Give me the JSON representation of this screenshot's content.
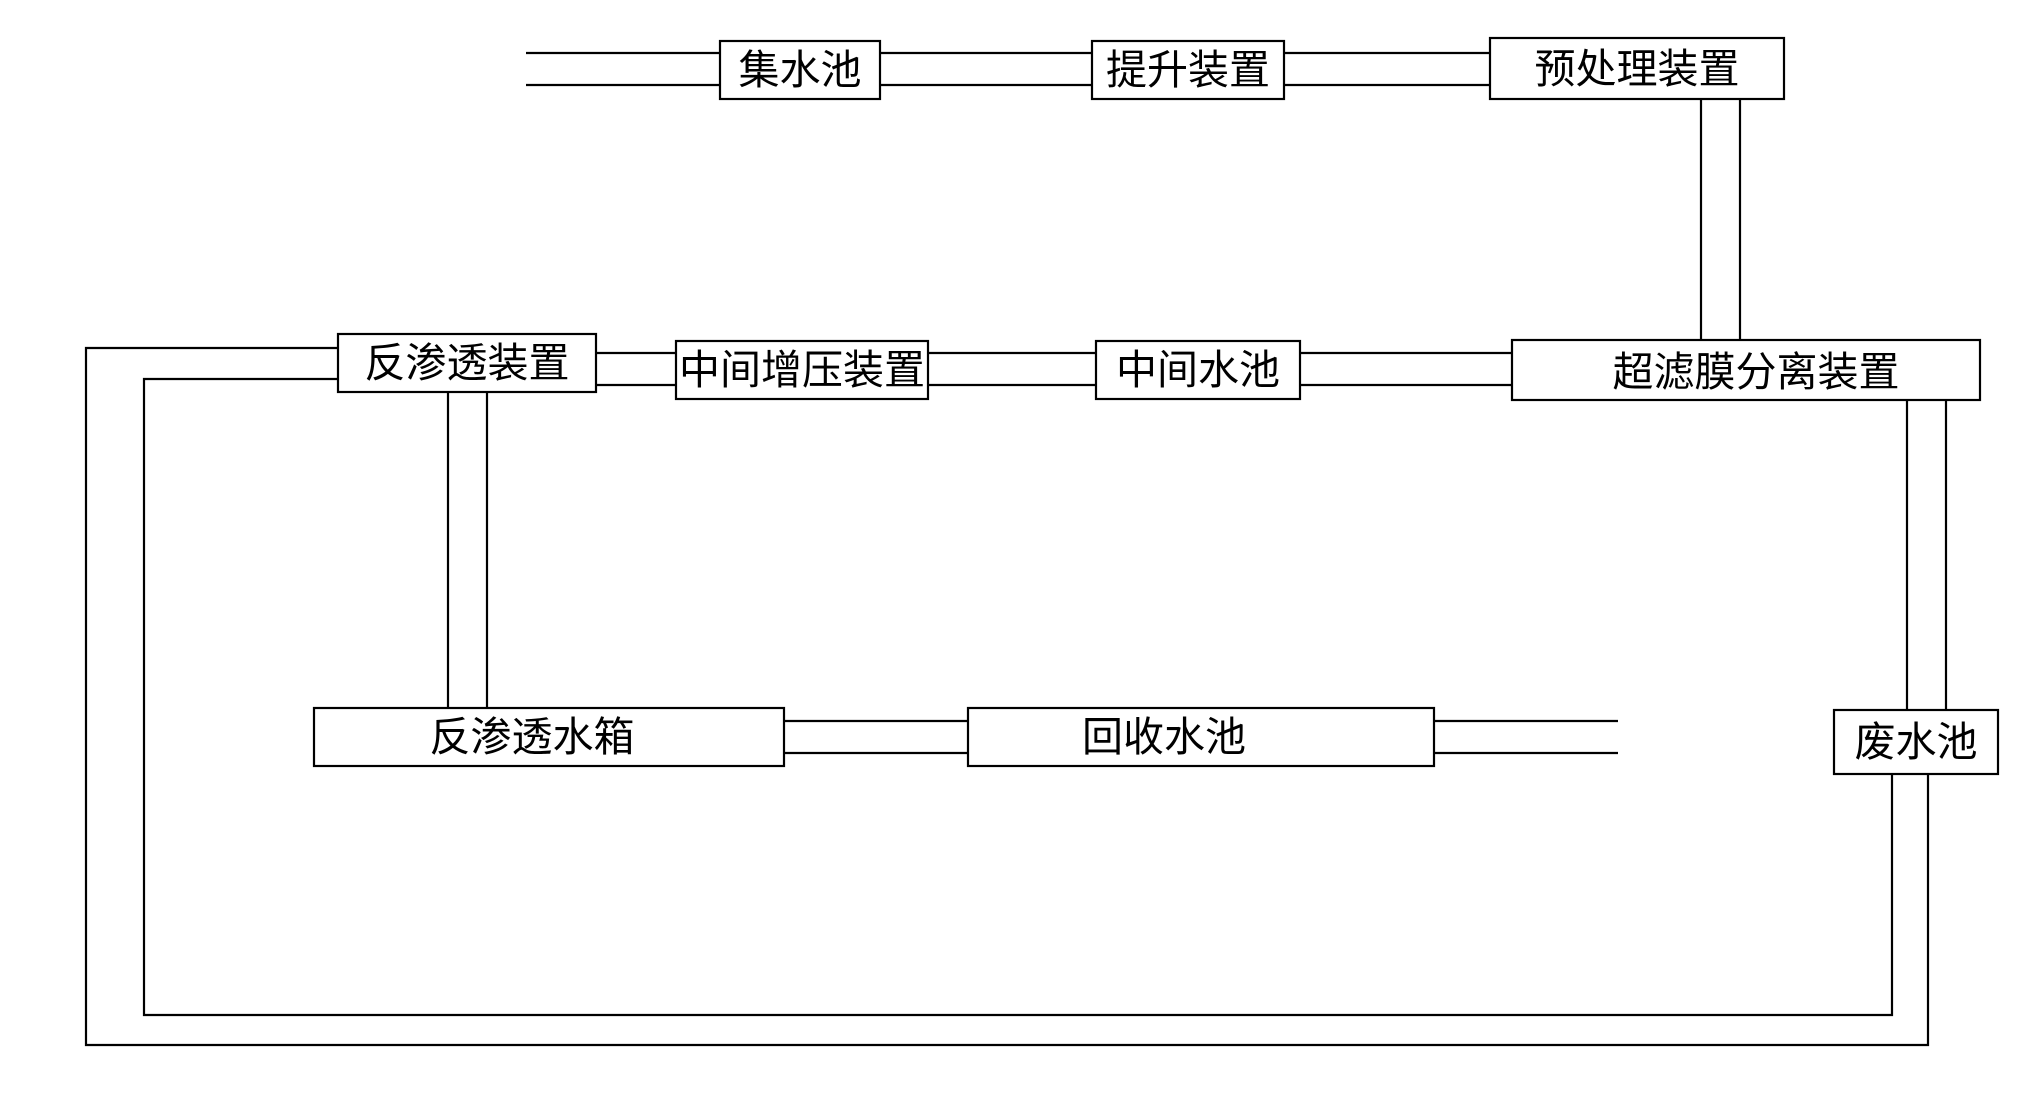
{
  "nodes": {
    "collection_pool": "集水池",
    "lifting_device": "提升装置",
    "pretreatment_device": "预处理装置",
    "ultrafiltration_device": "超滤膜分离装置",
    "intermediate_pool": "中间水池",
    "intermediate_booster": "中间增压装置",
    "reverse_osmosis_device": "反渗透装置",
    "ro_water_tank": "反渗透水箱",
    "recovery_pool": "回收水池",
    "wastewater_pool": "废水池"
  },
  "colors": {
    "line": "#000000",
    "box_fill": "#ffffff",
    "background": "#ffffff"
  }
}
